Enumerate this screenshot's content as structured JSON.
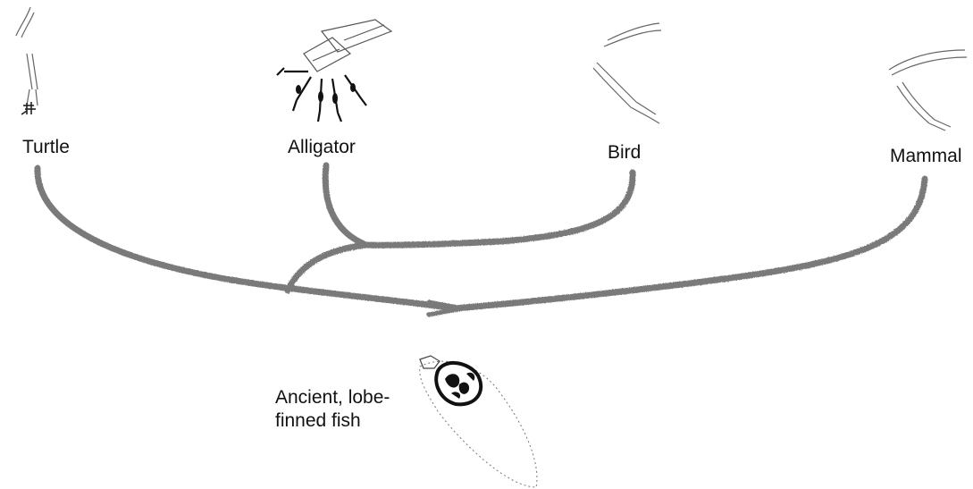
{
  "labels": {
    "turtle": "Turtle",
    "alligator": "Alligator",
    "bird": "Bird",
    "mammal": "Mammal",
    "fish_line1": "Ancient, lobe-",
    "fish_line2": "finned fish"
  },
  "colors": {
    "branch": "#7a7a7a",
    "bone_stroke": "#555555",
    "text": "#111111"
  },
  "icons": {
    "turtle_limb": "turtle-forelimb-bones",
    "alligator_limb": "alligator-forelimb-bones",
    "bird_limb": "bird-wing-bones",
    "mammal_limb": "mammal-forelimb-bones",
    "fish": "lobe-finned-fish-fin-bones"
  }
}
